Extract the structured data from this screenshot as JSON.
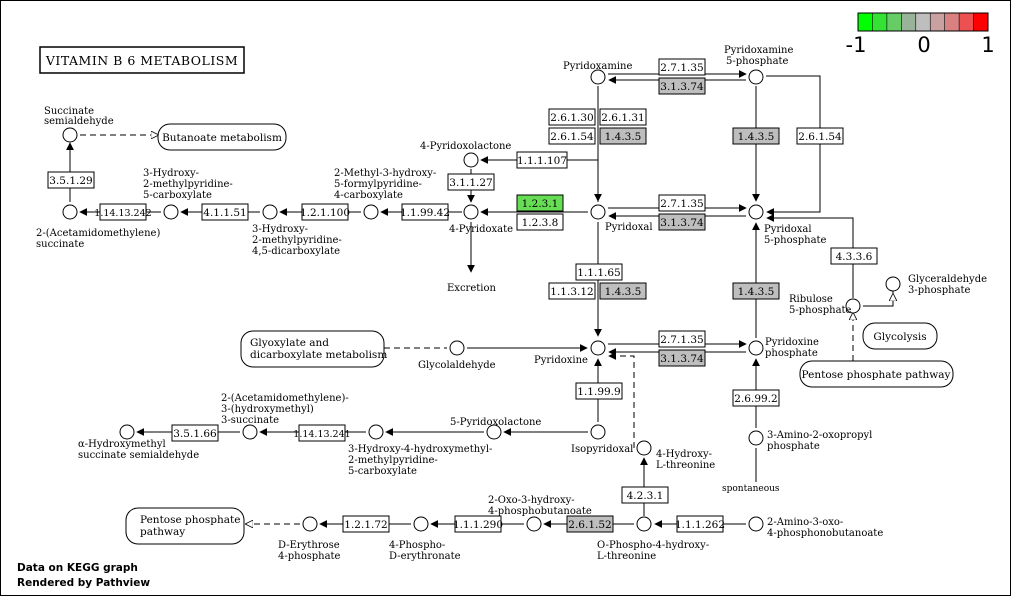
{
  "title": "VITAMIN B 6 METABOLISM",
  "legend": {
    "min_label": "-1",
    "mid_label": "0",
    "max_label": "1",
    "colors": [
      "#00ff00",
      "#33e233",
      "#66cc66",
      "#99b399",
      "#bebebe",
      "#c9a1a1",
      "#d98080",
      "#ec5050",
      "#ff0000"
    ]
  },
  "footer": {
    "line1": "Data on KEGG graph",
    "line2": "Rendered by Pathview"
  },
  "colors": {
    "default_enzyme": "#ffffff",
    "no_data_enzyme": "#bebebe",
    "down_regulated": "#66dd55"
  },
  "maps": {
    "butanoate": "Butanoate metabolism",
    "glyoxylate_l1": "Glyoxylate and",
    "glyoxylate_l2": "dicarboxylate metabolism",
    "glycolysis": "Glycolysis",
    "ppp_right": "Pentose phosphate pathway",
    "ppp_left_l1": "Pentose phosphate",
    "ppp_left_l2": "pathway"
  },
  "compounds": {
    "succ_semi_l1": "Succinate",
    "succ_semi_l2": "semialdehyde",
    "acetamido_succ_l1": "2-(Acetamidomethylene)",
    "acetamido_succ_l2": "succinate",
    "hmpc_l1": "3-Hydroxy-",
    "hmpc_l2": "2-methylpyridine-",
    "hmpc_l3": "5-carboxylate",
    "hmpd_l1": "3-Hydroxy-",
    "hmpd_l2": "2-methylpyridine-",
    "hmpd_l3": "4,5-dicarboxylate",
    "mhfp_l1": "2-Methyl-3-hydroxy-",
    "mhfp_l2": "5-formylpyridine-",
    "mhfp_l3": "4-carboxylate",
    "pyridoxolactone": "4-Pyridoxolactone",
    "pyridoxate": "4-Pyridoxate",
    "excretion": "Excretion",
    "pyridoxamine": "Pyridoxamine",
    "pmp_l1": "Pyridoxamine",
    "pmp_l2": "5-phosphate",
    "pyridoxal": "Pyridoxal",
    "plp_l1": "Pyridoxal",
    "plp_l2": "5-phosphate",
    "pyridoxine": "Pyridoxine",
    "pnp_l1": "Pyridoxine",
    "pnp_l2": "phosphate",
    "glycolaldehyde": "Glycolaldehyde",
    "ribulose_l1": "Ribulose",
    "ribulose_l2": "5-phosphate",
    "g3p_l1": "Glyceraldehyde",
    "g3p_l2": "3-phosphate",
    "acetamido_hm_l1": "2-(Acetamidomethylene)-",
    "acetamido_hm_l2": "3-(hydroxymethyl)",
    "acetamido_hm_l3": "3-succinate",
    "ahsa_l1": "α-Hydroxymethyl",
    "ahsa_l2": "succinate semialdehyde",
    "hhmpc_l1": "3-Hydroxy-4-hydroxymethyl-",
    "hhmpc_l2": "2-methylpyridine-",
    "hhmpc_l3": "5-carboxylate",
    "pyridoxolactone5": "5-Pyridoxolactone",
    "isopyridoxal": "Isopyridoxal",
    "hthr_l1": "4-Hydroxy-",
    "hthr_l2": "L-threonine",
    "aop_l1": "3-Amino-2-oxopropyl",
    "aop_l2": "phosphate",
    "spontaneous": "spontaneous",
    "ohpb_l1": "2-Oxo-3-hydroxy-",
    "ohpb_l2": "4-phosphobutanoate",
    "e4p_l1": "D-Erythrose",
    "e4p_l2": "4-phosphate",
    "pde_l1": "4-Phospho-",
    "pde_l2": "D-erythronate",
    "opht_l1": "O-Phospho-4-hydroxy-",
    "opht_l2": "L-threonine",
    "aopb_l1": "2-Amino-3-oxo-",
    "aopb_l2": "4-phosphonobutanoate"
  },
  "enzymes": {
    "e35129": "3.5.1.29",
    "e1141324": "1.14.13.242",
    "e41151": "4.1.1.51",
    "e121100": "1.2.1.100",
    "e119942": "1.1.99.42",
    "e111107": "1.1.1.107",
    "e31127": "3.1.1.27",
    "e1231": "1.2.3.1",
    "e1238": "1.2.3.8",
    "e26130": "2.6.1.30",
    "e26131": "2.6.1.31",
    "e26154a": "2.6.1.54",
    "e1435a": "1.4.3.5",
    "e27135a": "2.7.1.35",
    "e31374a": "3.1.3.74",
    "e1435b": "1.4.3.5",
    "e26154b": "2.6.1.54",
    "e27135b": "2.7.1.35",
    "e31374b": "3.1.3.74",
    "e11165": "1.1.1.65",
    "e11312": "1.1.3.12",
    "e1435c": "1.4.3.5",
    "e1435d": "1.4.3.5",
    "e4336": "4.3.3.6",
    "e27135c": "2.7.1.35",
    "e31374c": "3.1.3.74",
    "e11999": "1.1.99.9",
    "e26992": "2.6.99.2",
    "e35166": "3.5.1.66",
    "e1141324b": "1.14.13.241",
    "e4231": "4.2.3.1",
    "e1172": "1.2.1.72",
    "e11290": "1.1.1.290",
    "e26152": "2.6.1.52",
    "e111262": "1.1.1.262"
  }
}
